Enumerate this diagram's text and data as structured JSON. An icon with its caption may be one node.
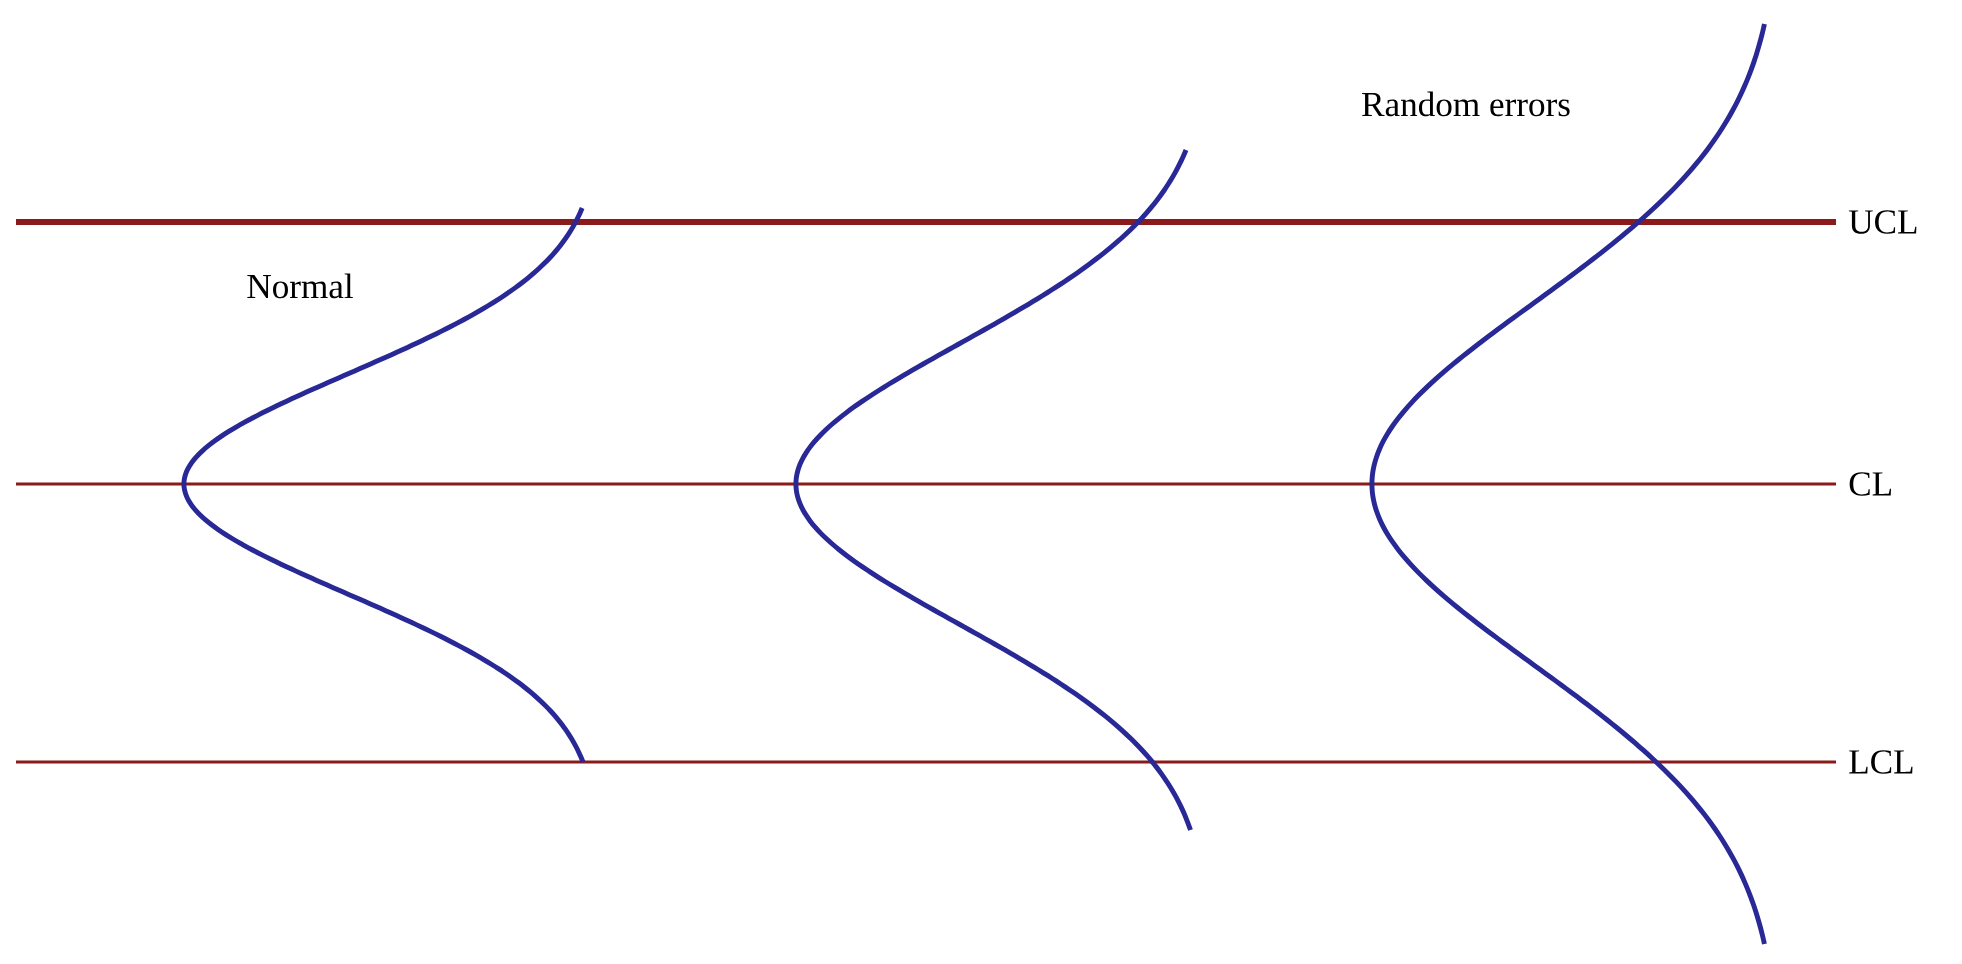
{
  "diagram": {
    "labels": [
      "Random errors",
      "UCL",
      "Normal",
      "CL",
      "LCL"
    ]
  }
}
